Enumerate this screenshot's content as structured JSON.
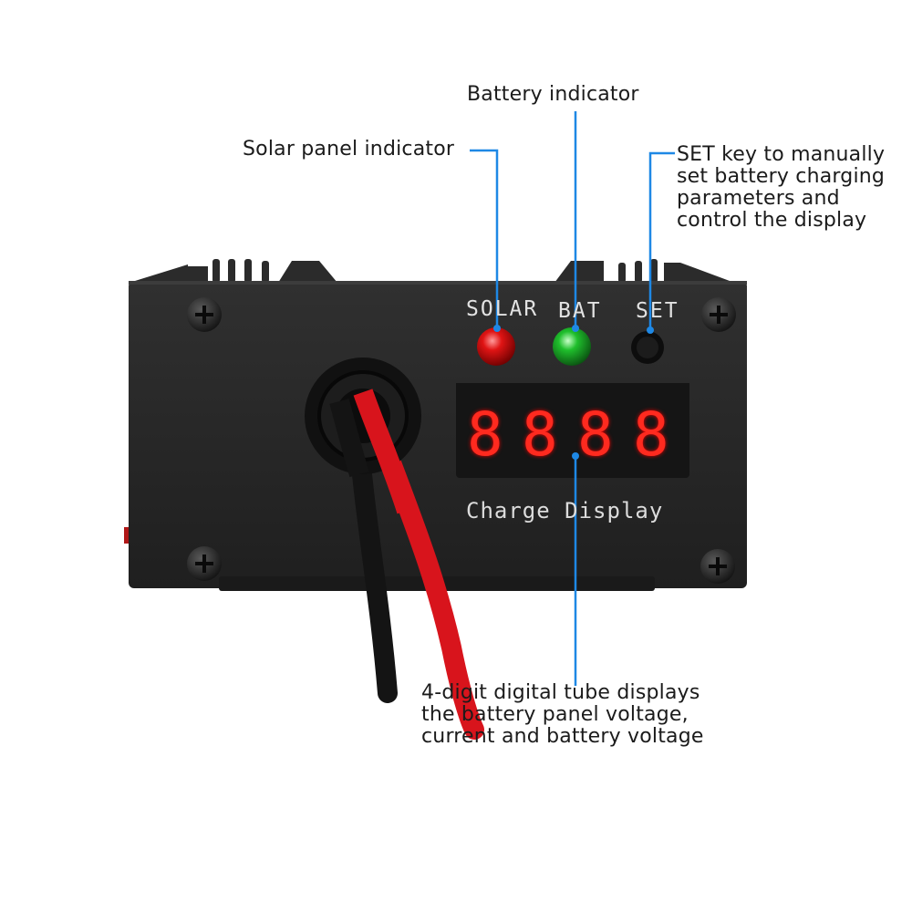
{
  "callouts": {
    "battery_indicator": "Battery indicator",
    "solar_indicator": "Solar panel indicator",
    "set_key": "SET key to manually\nset battery charging\nparameters and\ncontrol the display",
    "digital_tube": "4-digit digital tube displays\nthe battery panel voltage,\ncurrent and battery voltage"
  },
  "device": {
    "solar_label": "SOLAR",
    "bat_label": "BAT",
    "set_label": "SET",
    "display_caption": "Charge Display",
    "display_digits": [
      "8",
      "8",
      "8",
      "8"
    ]
  },
  "colors": {
    "leader_line": "#1e88e5",
    "solar_led": "#e01414",
    "bat_led": "#1fbf2c",
    "segment": "#ff2a1f",
    "enclosure": "#2a2a2a"
  },
  "icons": [
    "screw-icon",
    "led-icon",
    "button-icon"
  ]
}
